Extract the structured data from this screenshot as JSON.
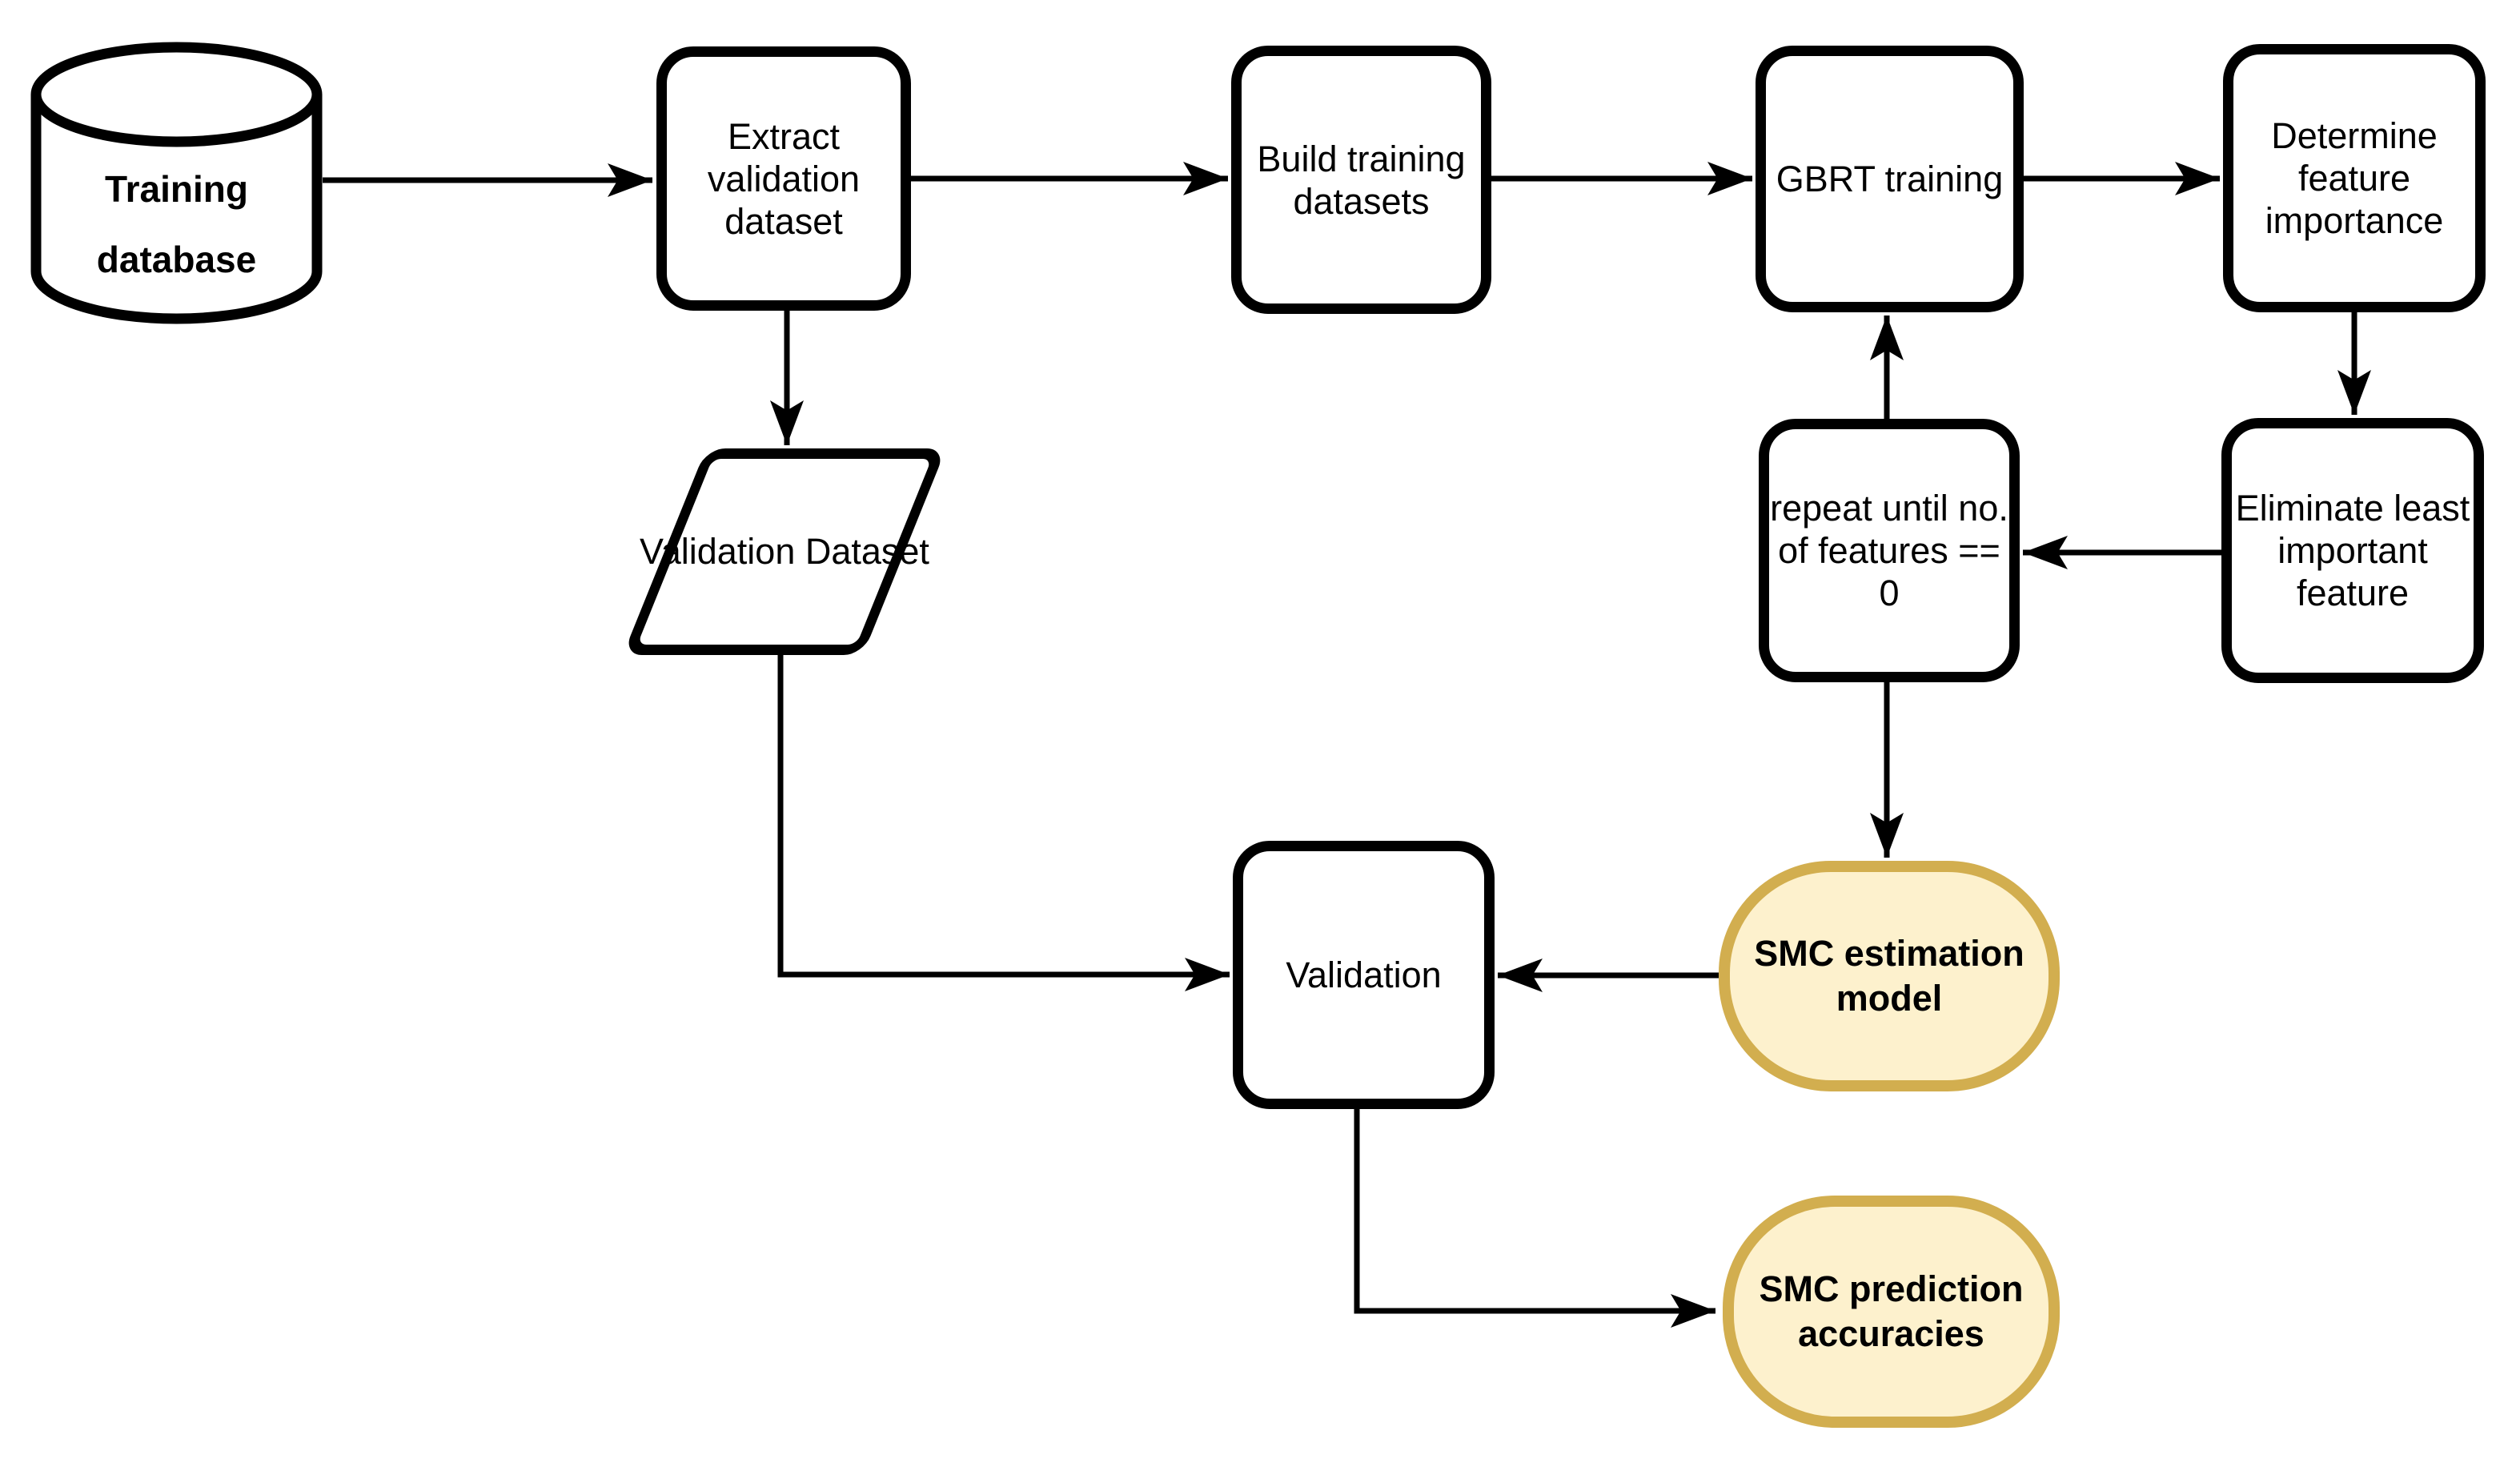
{
  "diagram": {
    "type": "flowchart",
    "colors": {
      "background": "#ffffff",
      "node_fill": "#ffffff",
      "node_border": "#000000",
      "highlight_fill": "#fdf1cd",
      "highlight_border": "#d2ae4f",
      "connector": "#000000",
      "text": "#000000"
    },
    "nodes": {
      "training_database": {
        "shape": "cylinder",
        "emphasis": "bold",
        "lines": [
          "Training",
          "database"
        ]
      },
      "extract_validation_dataset": {
        "shape": "rounded-rect",
        "lines": [
          "Extract",
          "validation",
          "dataset"
        ]
      },
      "build_training_datasets": {
        "shape": "rounded-rect",
        "lines": [
          "Build training",
          "datasets"
        ]
      },
      "gbrt_training": {
        "shape": "rounded-rect",
        "lines": [
          "GBRT training"
        ]
      },
      "determine_feature_importance": {
        "shape": "rounded-rect",
        "lines": [
          "Determine",
          "feature",
          "importance"
        ]
      },
      "eliminate_least_important_feature": {
        "shape": "rounded-rect",
        "lines": [
          "Eliminate least",
          "important",
          "feature"
        ]
      },
      "repeat_until_no_features": {
        "shape": "rounded-rect",
        "lines": [
          "repeat until no.",
          "of features ==",
          "0"
        ]
      },
      "validation_dataset": {
        "shape": "parallelogram",
        "lines": [
          "Validation Dataset"
        ]
      },
      "validation": {
        "shape": "rounded-rect",
        "lines": [
          "Validation"
        ]
      },
      "smc_estimation_model": {
        "shape": "stadium",
        "emphasis": "bold",
        "lines": [
          "SMC estimation",
          "model"
        ]
      },
      "smc_prediction_accuracies": {
        "shape": "stadium",
        "emphasis": "bold",
        "lines": [
          "SMC prediction",
          "accuracies"
        ]
      }
    },
    "edges": [
      {
        "from": "training_database",
        "to": "extract_validation_dataset"
      },
      {
        "from": "extract_validation_dataset",
        "to": "build_training_datasets"
      },
      {
        "from": "extract_validation_dataset",
        "to": "validation_dataset"
      },
      {
        "from": "build_training_datasets",
        "to": "gbrt_training"
      },
      {
        "from": "gbrt_training",
        "to": "determine_feature_importance"
      },
      {
        "from": "determine_feature_importance",
        "to": "eliminate_least_important_feature"
      },
      {
        "from": "eliminate_least_important_feature",
        "to": "repeat_until_no_features"
      },
      {
        "from": "repeat_until_no_features",
        "to": "gbrt_training"
      },
      {
        "from": "repeat_until_no_features",
        "to": "smc_estimation_model"
      },
      {
        "from": "smc_estimation_model",
        "to": "validation"
      },
      {
        "from": "validation_dataset",
        "to": "validation"
      },
      {
        "from": "validation",
        "to": "smc_prediction_accuracies"
      }
    ]
  }
}
